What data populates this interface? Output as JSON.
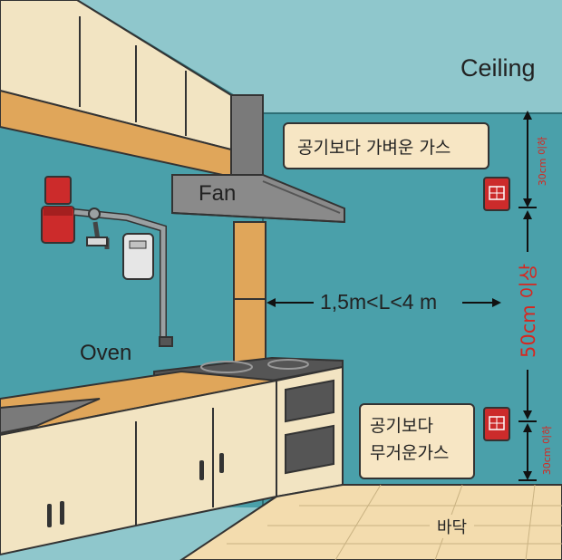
{
  "labels": {
    "ceiling": "Ceiling",
    "fan": "Fan",
    "oven": "Oven",
    "distance": "1,5m<L<4 m",
    "floor": "바닥",
    "light_gas": "공기보다 가벼운 가스",
    "heavy_gas_line1": "공기보다",
    "heavy_gas_line2": "무거운가스",
    "top_gap": "30cm 이하",
    "middle_gap": "50cm 이상",
    "bottom_gap": "30cm 이하"
  },
  "colors": {
    "wall": "#4aa0aa",
    "ceiling": "#8fc7cc",
    "cabinet": "#f2e4c2",
    "counter": "#e0a65a",
    "floor": "#f3dcae",
    "detector": "#cc2b2b",
    "annotation_red": "#d8261f",
    "label_box": "#f7e6c4"
  },
  "icons": [
    "gas-detector-icon",
    "gas-valve-icon",
    "gas-meter-icon",
    "range-hood-icon",
    "stove-icon"
  ]
}
